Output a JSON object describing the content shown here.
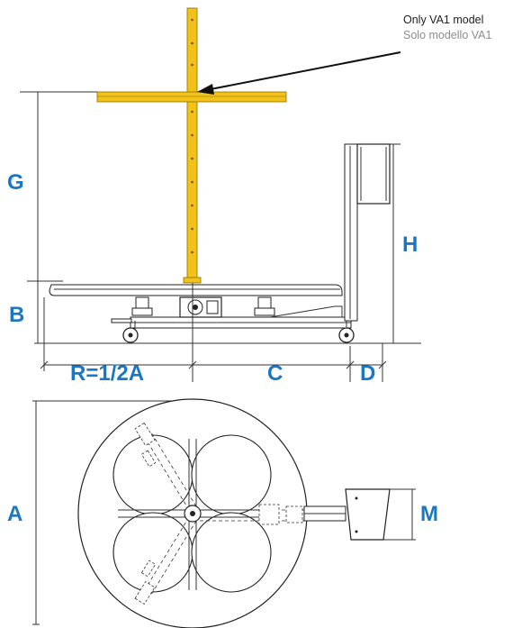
{
  "callout": {
    "line1": "Only VA1 model",
    "line2": "Solo modello VA1"
  },
  "dimensions": {
    "G": "G",
    "B": "B",
    "H": "H",
    "R": "R=1/2A",
    "C": "C",
    "D": "D",
    "A": "A",
    "M": "M"
  },
  "colors": {
    "label": "#1a78c2",
    "mast": "#f2c21b",
    "mast_edge": "#8a6d00",
    "note_line1": "#222222",
    "note_line2": "#8c8c8c"
  }
}
